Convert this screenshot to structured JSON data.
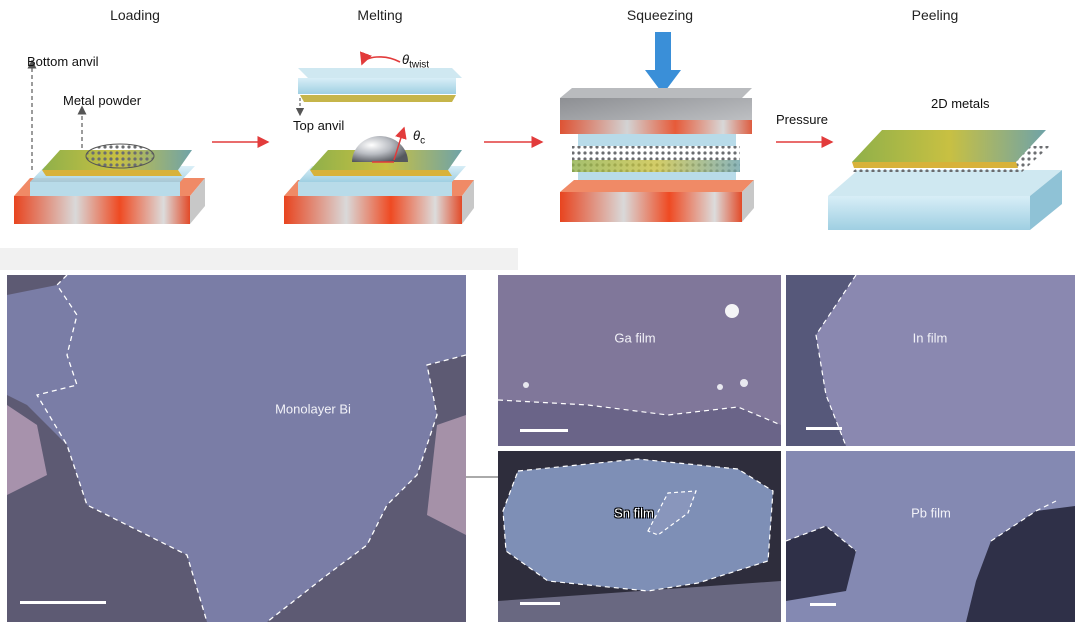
{
  "steps": {
    "loading": "Loading",
    "melting": "Melting",
    "squeezing": "Squeezing",
    "peeling": "Peeling"
  },
  "labels": {
    "bottom_anvil": "Bottom anvil",
    "metal_powder": "Metal powder",
    "theta": "θ",
    "twist_sub": "twist",
    "c_sub": "c",
    "top_anvil": "Top anvil",
    "pressure": "Pressure",
    "metals_2d": "2D metals"
  },
  "panels": {
    "bi": "Monolayer Bi",
    "ga": "Ga film",
    "in": "In film",
    "sn": "Sn film",
    "pb": "Pb film"
  },
  "colors": {
    "arrow_red": "#e23b3b",
    "press_blue": "#3a8fd8",
    "micro_bg": "#7b7ea6",
    "dashed_line": "#ffffff"
  }
}
